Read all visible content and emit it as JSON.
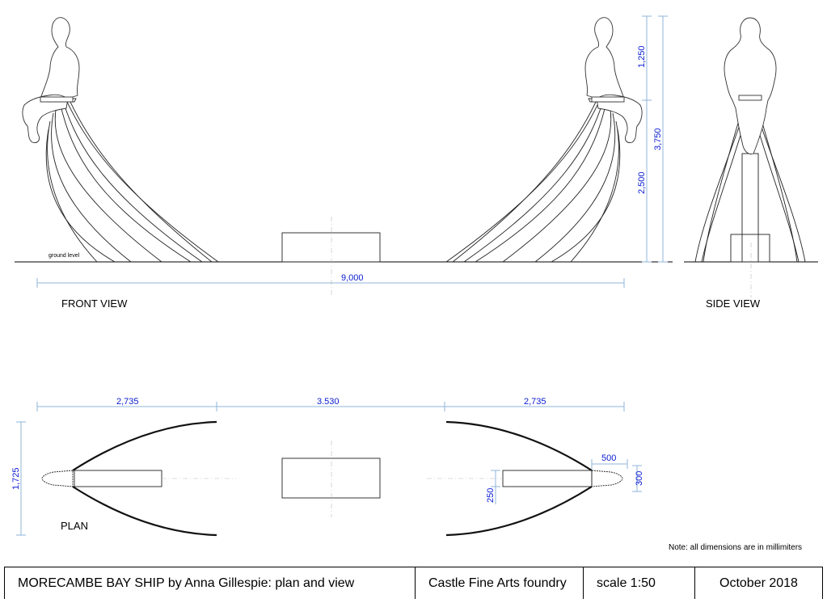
{
  "views": {
    "front_label": "FRONT VIEW",
    "side_label": "SIDE VIEW",
    "plan_label": "PLAN"
  },
  "annotations": {
    "ground_level": "ground level",
    "note": "Note: all dimensions are in millimiters"
  },
  "dimensions": {
    "front_width": "9,000",
    "figure_height": "1,250",
    "total_height": "3,750",
    "seat_height": "2,500",
    "plan_left_span": "2,735",
    "plan_middle_span": "3.530",
    "plan_right_span": "2,735",
    "plan_width": "1,725",
    "plan_bow_length": "500",
    "plan_bow_width": "300",
    "plan_beam_width": "250"
  },
  "title_block": {
    "title": "MORECAMBE BAY SHIP by Anna Gillespie: plan and view",
    "foundry": "Castle Fine Arts foundry",
    "scale": "scale 1:50",
    "date": "October 2018"
  },
  "colors": {
    "dimension_text": "#0a1bd0",
    "dimension_line": "#8fb6d8"
  }
}
